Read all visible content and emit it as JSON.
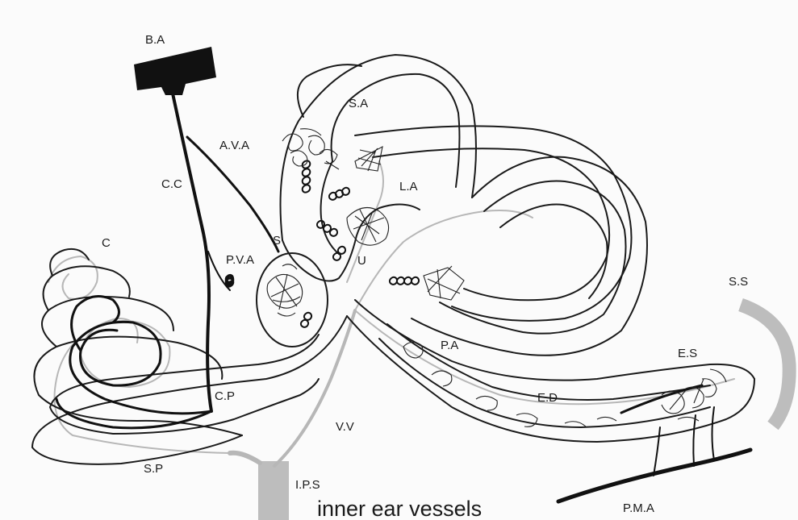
{
  "diagram": {
    "caption": "inner ear vessels",
    "labels": {
      "ba": "B.A",
      "sa": "S.A",
      "ava": "A.V.A",
      "cc": "C.C",
      "la": "L.A",
      "c": "C",
      "pva": "P.V.A",
      "s": "S",
      "u": "U",
      "ss": "S.S",
      "pa": "P.A",
      "es": "E.S",
      "ed": "E.D",
      "cp": "C.P",
      "vv": "V.V",
      "sp": "S.P",
      "ips": "I.P.S",
      "pma": "P.M.A"
    },
    "colors": {
      "artery": "#111111",
      "vein": "#b7b7b7",
      "background": "#fbfbfb"
    }
  }
}
